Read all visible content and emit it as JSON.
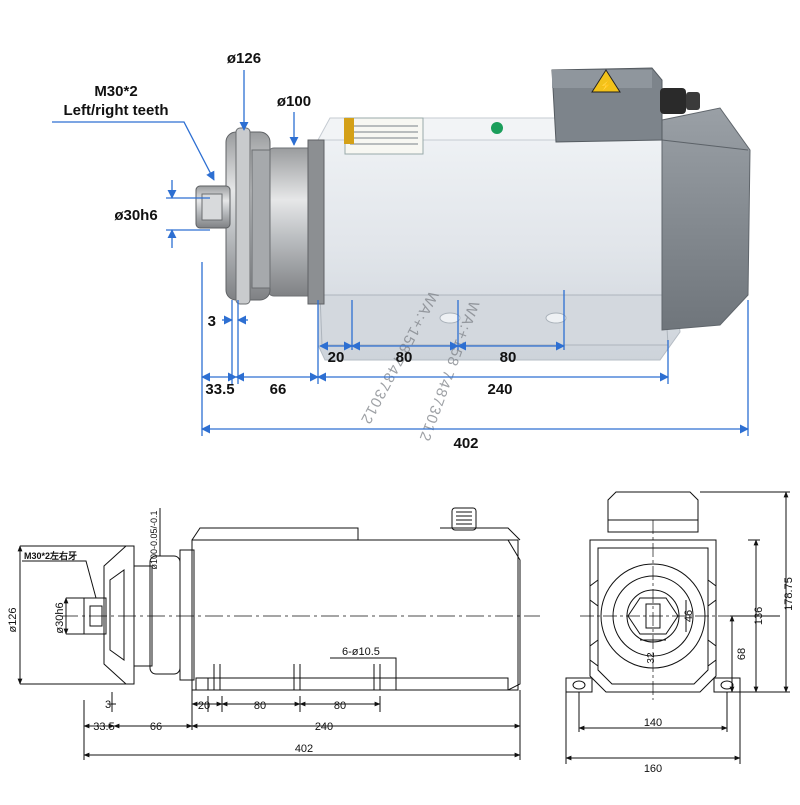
{
  "top": {
    "label_m30_line1": "M30*2",
    "label_m30_line2": "Left/right teeth",
    "dia_126": "ø126",
    "dia_100": "ø100",
    "dia_30h6": "ø30h6",
    "dim_3": "3",
    "dim_20": "20",
    "dim_80a": "80",
    "dim_80b": "80",
    "dim_33_5": "33.5",
    "dim_66": "66",
    "dim_240": "240",
    "dim_402": "402"
  },
  "watermark": {
    "line1": "WA:+158 74873012",
    "line2": "WA:+158 74873012"
  },
  "drawing_side": {
    "m30_cn": "M30*2左右牙",
    "dia_100_tol": "ø100-0.05/-0.1",
    "dia_126": "ø126",
    "dia_30h6": "ø30h6",
    "holes": "6-ø10.5",
    "dim_3": "3",
    "dim_20": "20",
    "dim_80a": "80",
    "dim_80b": "80",
    "dim_33_5": "33.5",
    "dim_66": "66",
    "dim_240": "240",
    "dim_402": "402"
  },
  "drawing_end": {
    "dim_178_75": "178.75",
    "dim_136": "136",
    "dim_68": "68",
    "dim_46": "46",
    "dim_32": "32",
    "dim_140": "140",
    "dim_160": "160"
  },
  "colors": {
    "body": "#dfe3e8",
    "body_shade": "#c8ced6",
    "cap": "#8a9097",
    "steel": "#b9bcbf",
    "dim_blue": "#2d6fd2",
    "ink": "#111111"
  }
}
